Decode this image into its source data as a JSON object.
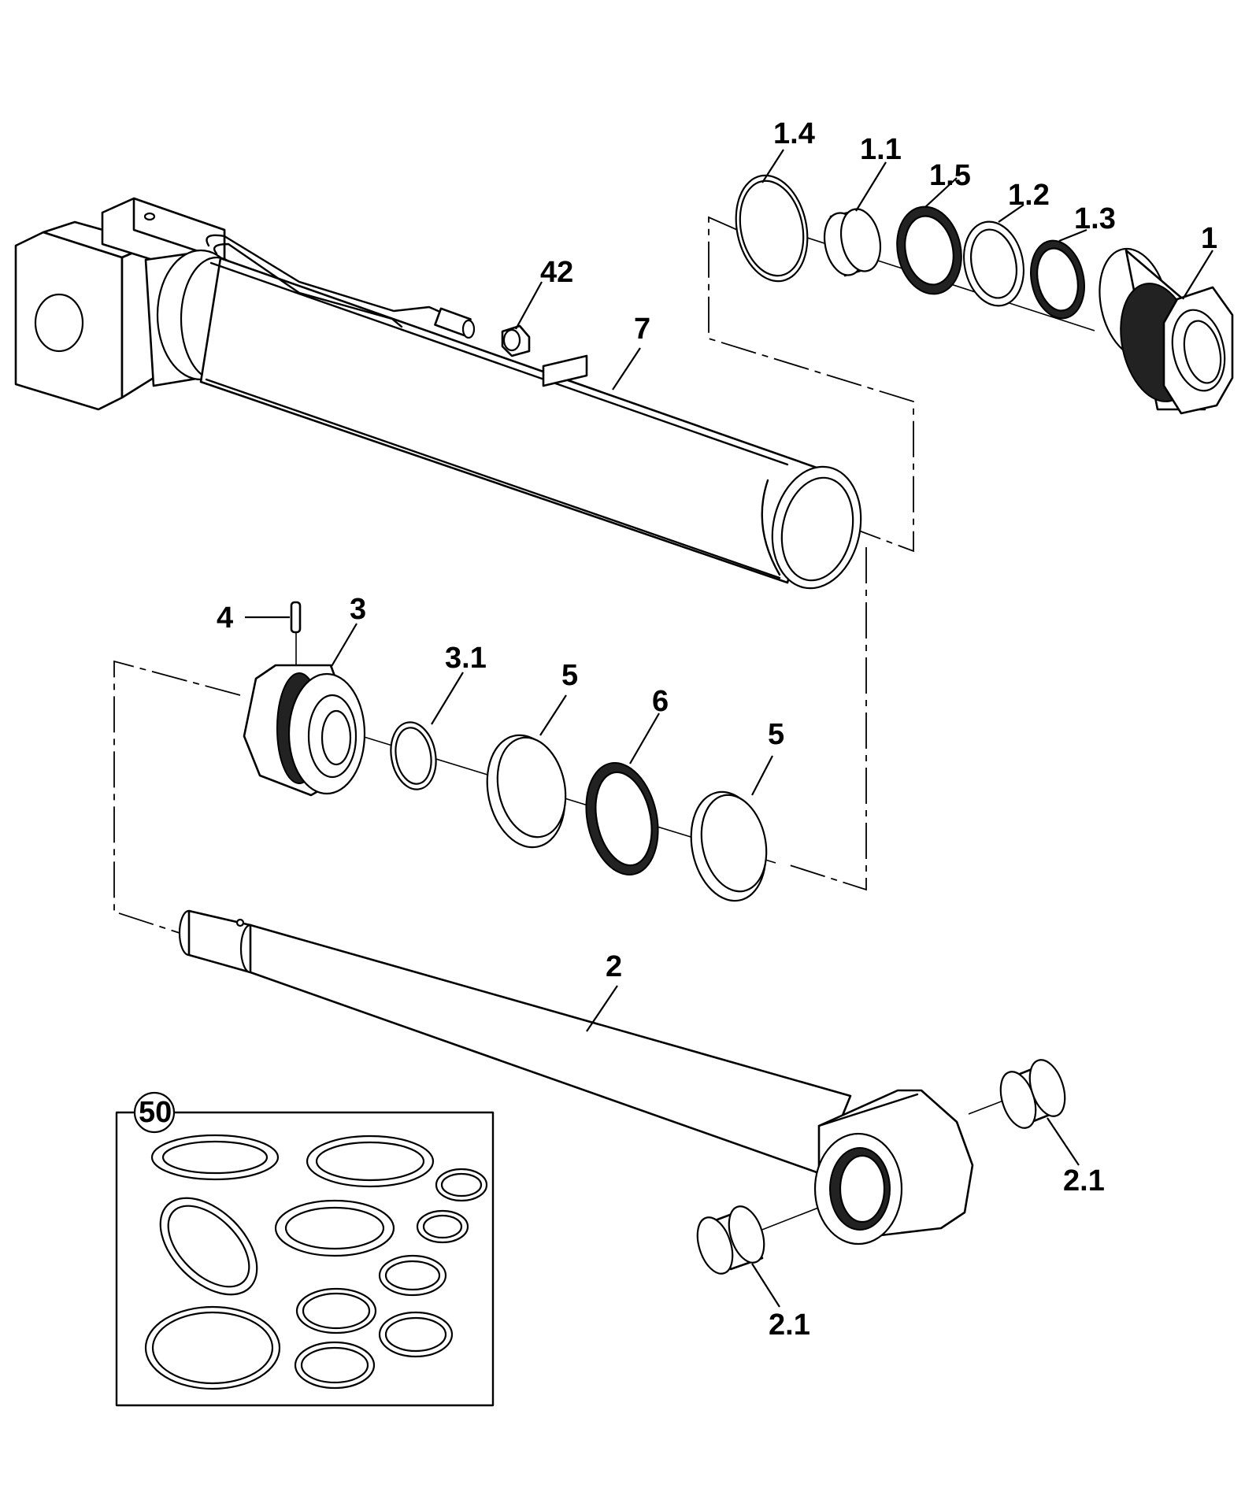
{
  "callouts": {
    "c_1_4": "1.4",
    "c_1_1": "1.1",
    "c_1_5": "1.5",
    "c_1_2": "1.2",
    "c_1_3": "1.3",
    "c_1": "1",
    "c_42": "42",
    "c_7": "7",
    "c_4": "4",
    "c_3": "3",
    "c_3_1": "3.1",
    "c_5a": "5",
    "c_6": "6",
    "c_5b": "5",
    "c_2": "2",
    "c_2_1a": "2.1",
    "c_2_1b": "2.1",
    "c_50": "50"
  }
}
